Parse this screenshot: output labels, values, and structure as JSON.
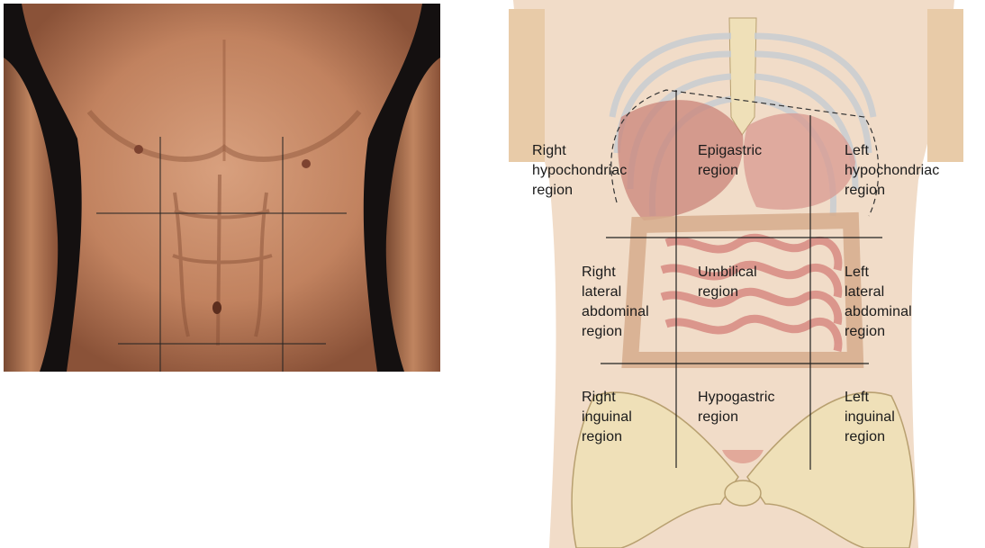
{
  "regions": {
    "right_hypochondriac": "Right\nhypochondriac\nregion",
    "epigastric": "Epigastric\nregion",
    "left_hypochondriac": "Left\nhypochondriac\nregion",
    "right_lateral_abdominal": "Right\nlateral\nabdominal\nregion",
    "umbilical": "Umbilical\nregion",
    "left_lateral_abdominal": "Left\nlateral\nabdominal\nregion",
    "right_inguinal": "Right\ninguinal\nregion",
    "hypogastric": "Hypogastric\nregion",
    "left_inguinal": "Left\ninguinal\nregion"
  },
  "colors": {
    "skin": "#c98a68",
    "skin_shadow": "#8a5238",
    "background_dark": "#141010",
    "organ_pink": "#d9a59c",
    "bone": "#efe0b8",
    "grid_line": "#222222"
  }
}
